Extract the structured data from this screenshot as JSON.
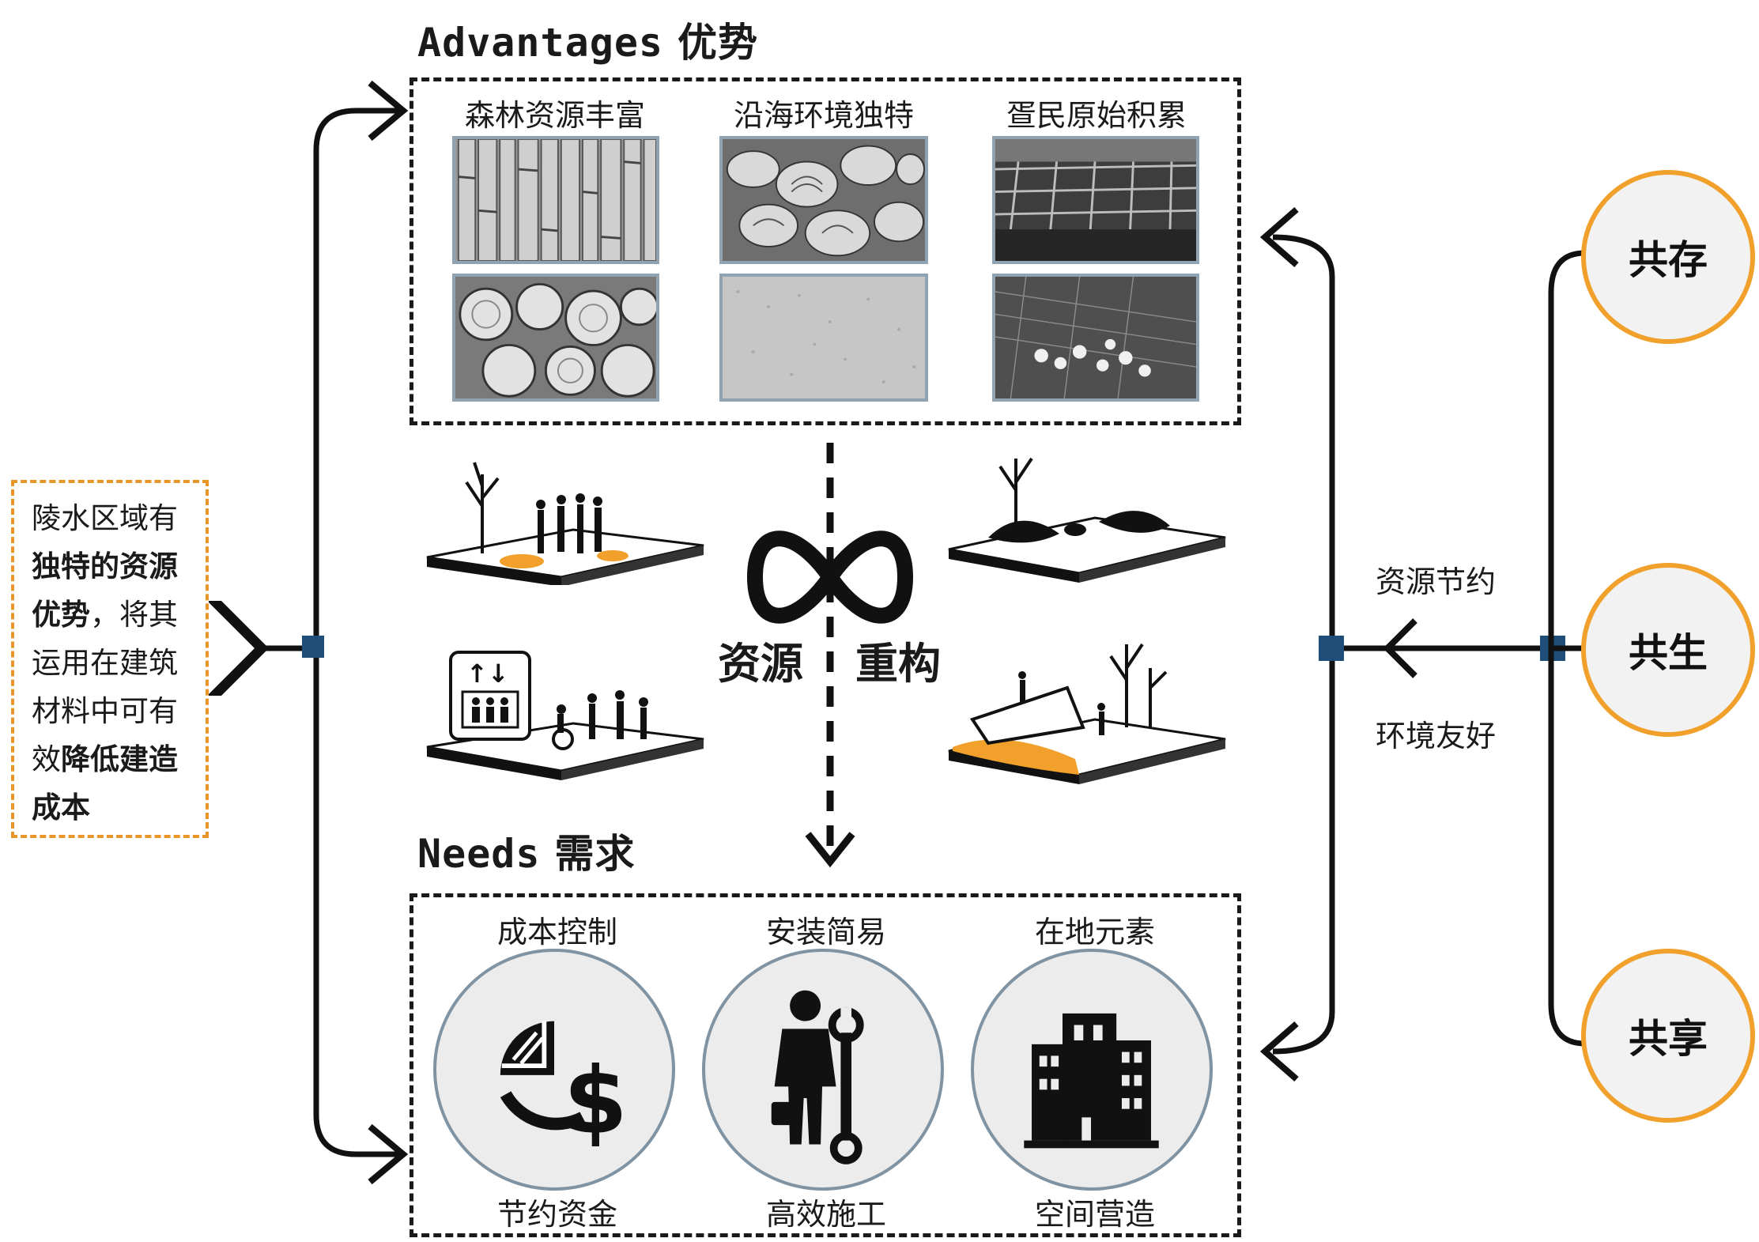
{
  "advantages": {
    "title_en": "Advantages",
    "title_zh": "优势",
    "columns": [
      {
        "label": "森林资源丰富",
        "photos": [
          "bamboo-poles-photo",
          "log-stack-photo"
        ]
      },
      {
        "label": "沿海环境独特",
        "photos": [
          "seashells-photo",
          "sand-photo"
        ]
      },
      {
        "label": "疍民原始积累",
        "photos": [
          "fish-raft-photo",
          "fishing-net-photo"
        ]
      }
    ]
  },
  "needs": {
    "title_en": "Needs",
    "title_zh": "需求",
    "items": [
      {
        "top_label": "成本控制",
        "bottom_label": "节约资金",
        "icon": "cost-chart-dollar-icon"
      },
      {
        "top_label": "安装简易",
        "bottom_label": "高效施工",
        "icon": "worker-wrench-icon"
      },
      {
        "top_label": "在地元素",
        "bottom_label": "空间营造",
        "icon": "building-icon"
      }
    ]
  },
  "center": {
    "left_word": "资源",
    "right_word": "重构",
    "icon": "infinity-icon"
  },
  "left_note": {
    "lines": [
      [
        {
          "text": "陵水区域有",
          "bold": false
        }
      ],
      [
        {
          "text": "独特的资源",
          "bold": true
        }
      ],
      [
        {
          "text": "优势",
          "bold": true
        },
        {
          "text": "，将其",
          "bold": false
        }
      ],
      [
        {
          "text": "运用在建筑",
          "bold": false
        }
      ],
      [
        {
          "text": "材料中可有",
          "bold": false
        }
      ],
      [
        {
          "text": "效",
          "bold": false
        },
        {
          "text": "降低建造",
          "bold": true
        }
      ],
      [
        {
          "text": "成本",
          "bold": true
        }
      ]
    ]
  },
  "right_labels": {
    "top": "资源节约",
    "bottom": "环境友好"
  },
  "side_circles": [
    "共存",
    "共生",
    "共享"
  ],
  "colors": {
    "accent_orange": "#f0a02b",
    "node_blue": "#1f4e79",
    "frame_gray": "#8fa3b2",
    "ink": "#1a1a1a"
  }
}
